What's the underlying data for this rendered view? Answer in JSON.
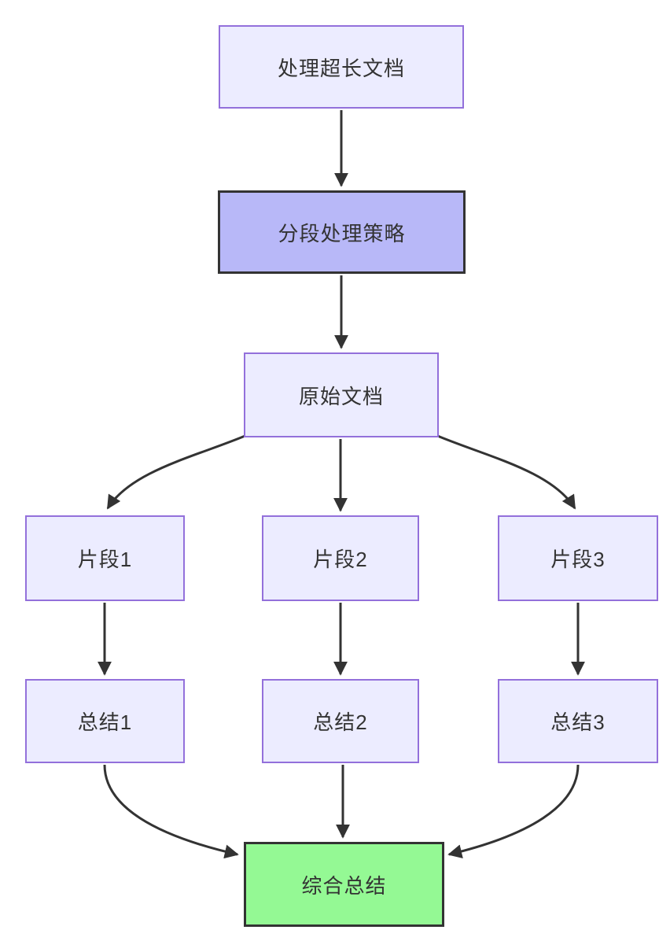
{
  "diagram": {
    "type": "flowchart",
    "direction": "top-down",
    "nodes": [
      {
        "id": "A",
        "label": "处理超长文档",
        "style": "default"
      },
      {
        "id": "B",
        "label": "分段处理策略",
        "style": "emphasis"
      },
      {
        "id": "C",
        "label": "原始文档",
        "style": "default"
      },
      {
        "id": "D1",
        "label": "片段1",
        "style": "default"
      },
      {
        "id": "D2",
        "label": "片段2",
        "style": "default"
      },
      {
        "id": "D3",
        "label": "片段3",
        "style": "default"
      },
      {
        "id": "E1",
        "label": "总结1",
        "style": "default"
      },
      {
        "id": "E2",
        "label": "总结2",
        "style": "default"
      },
      {
        "id": "E3",
        "label": "总结3",
        "style": "default"
      },
      {
        "id": "F",
        "label": "综合总结",
        "style": "result"
      }
    ],
    "edges": [
      {
        "from": "A",
        "to": "B",
        "shape": "straight",
        "arrow": "arrow"
      },
      {
        "from": "B",
        "to": "C",
        "shape": "straight",
        "arrow": "arrow"
      },
      {
        "from": "C",
        "to": "D1",
        "shape": "curve-left",
        "arrow": "arrow"
      },
      {
        "from": "C",
        "to": "D2",
        "shape": "straight",
        "arrow": "arrow"
      },
      {
        "from": "C",
        "to": "D3",
        "shape": "curve-right",
        "arrow": "arrow"
      },
      {
        "from": "D1",
        "to": "E1",
        "shape": "straight",
        "arrow": "arrow"
      },
      {
        "from": "D2",
        "to": "E2",
        "shape": "straight",
        "arrow": "arrow"
      },
      {
        "from": "D3",
        "to": "E3",
        "shape": "straight",
        "arrow": "arrow"
      },
      {
        "from": "E1",
        "to": "F",
        "shape": "curve-right-in",
        "arrow": "arrow"
      },
      {
        "from": "E2",
        "to": "F",
        "shape": "straight",
        "arrow": "arrow"
      },
      {
        "from": "E3",
        "to": "F",
        "shape": "curve-left-in",
        "arrow": "arrow"
      }
    ],
    "colors": {
      "background": "#ffffff",
      "node_fill": "#ECECFF",
      "node_border": "#9370DB",
      "emphasis_fill": "#B8B8F8",
      "emphasis_border": "#333333",
      "result_fill": "#94F994",
      "result_border": "#333333",
      "edge": "#333333",
      "text": "#333333"
    }
  }
}
